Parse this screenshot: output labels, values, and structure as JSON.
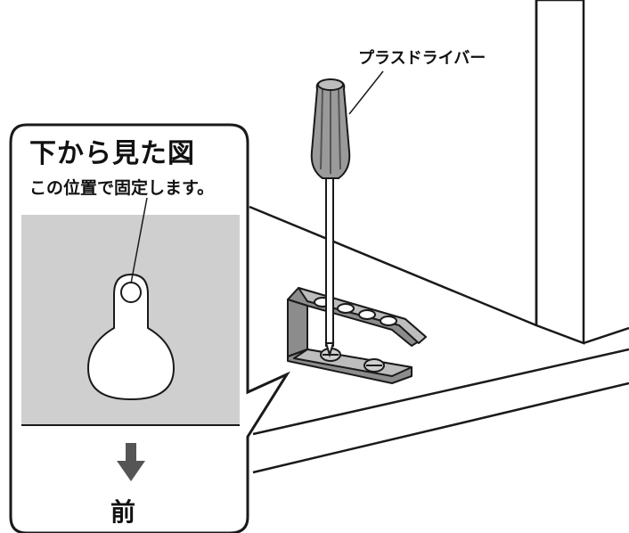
{
  "labels": {
    "driver": "プラスドライバー",
    "panel_title": "下から見た図",
    "panel_subtitle": "この位置で固定します。",
    "front": "前"
  },
  "colors": {
    "outline": "#1a1a1a",
    "panel_gray": "#cfcfcf",
    "metal_gray": "#8c8c8c",
    "metal_light": "#bdbdbd",
    "arrow": "#555555"
  },
  "icons": {
    "front_arrow": "down-arrow-icon",
    "hole": "keyhole-slot-icon"
  }
}
